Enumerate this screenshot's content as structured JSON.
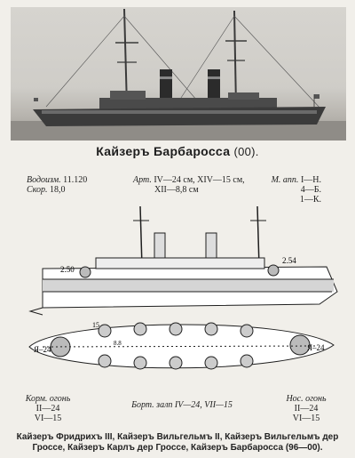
{
  "ship": {
    "name": "Кайзеръ Барбаросса",
    "year": "(00)."
  },
  "specs": {
    "displacement_label": "Водоизм.",
    "displacement_value": "11.120",
    "speed_label": "Скор.",
    "speed_value": "18,0",
    "armament_label": "Арт.",
    "armament_line1": "IV—24 см, XIV—15 см,",
    "armament_line2": "XII—8,8 см",
    "mines_label": "М. ann.",
    "mines_line1": "I—Н.",
    "mines_line2": "4—Б.",
    "mines_line3": "1—К."
  },
  "plan_labels": {
    "side_left": "2.50",
    "side_right": "2.54",
    "deck_left": "Я–24",
    "deck_right": "Я–24",
    "gun_15": "15",
    "gun_8": "8.8"
  },
  "footer": {
    "stern_label": "Корм. огонь",
    "stern_value1": "II—24",
    "stern_value2": "VI—15",
    "broadside": "Борт. залп IV—24, VII—15",
    "bow_label": "Нос. огонь",
    "bow_value1": "II—24",
    "bow_value2": "VI—15"
  },
  "caption": "Кайзеръ Фридрихъ III, Кайзеръ Вильгельмъ II, Кайзеръ Вильгельмъ дер Гроссе, Кайзеръ Карлъ дер Гроссе, Кайзеръ Барбаросса (96—00)."
}
